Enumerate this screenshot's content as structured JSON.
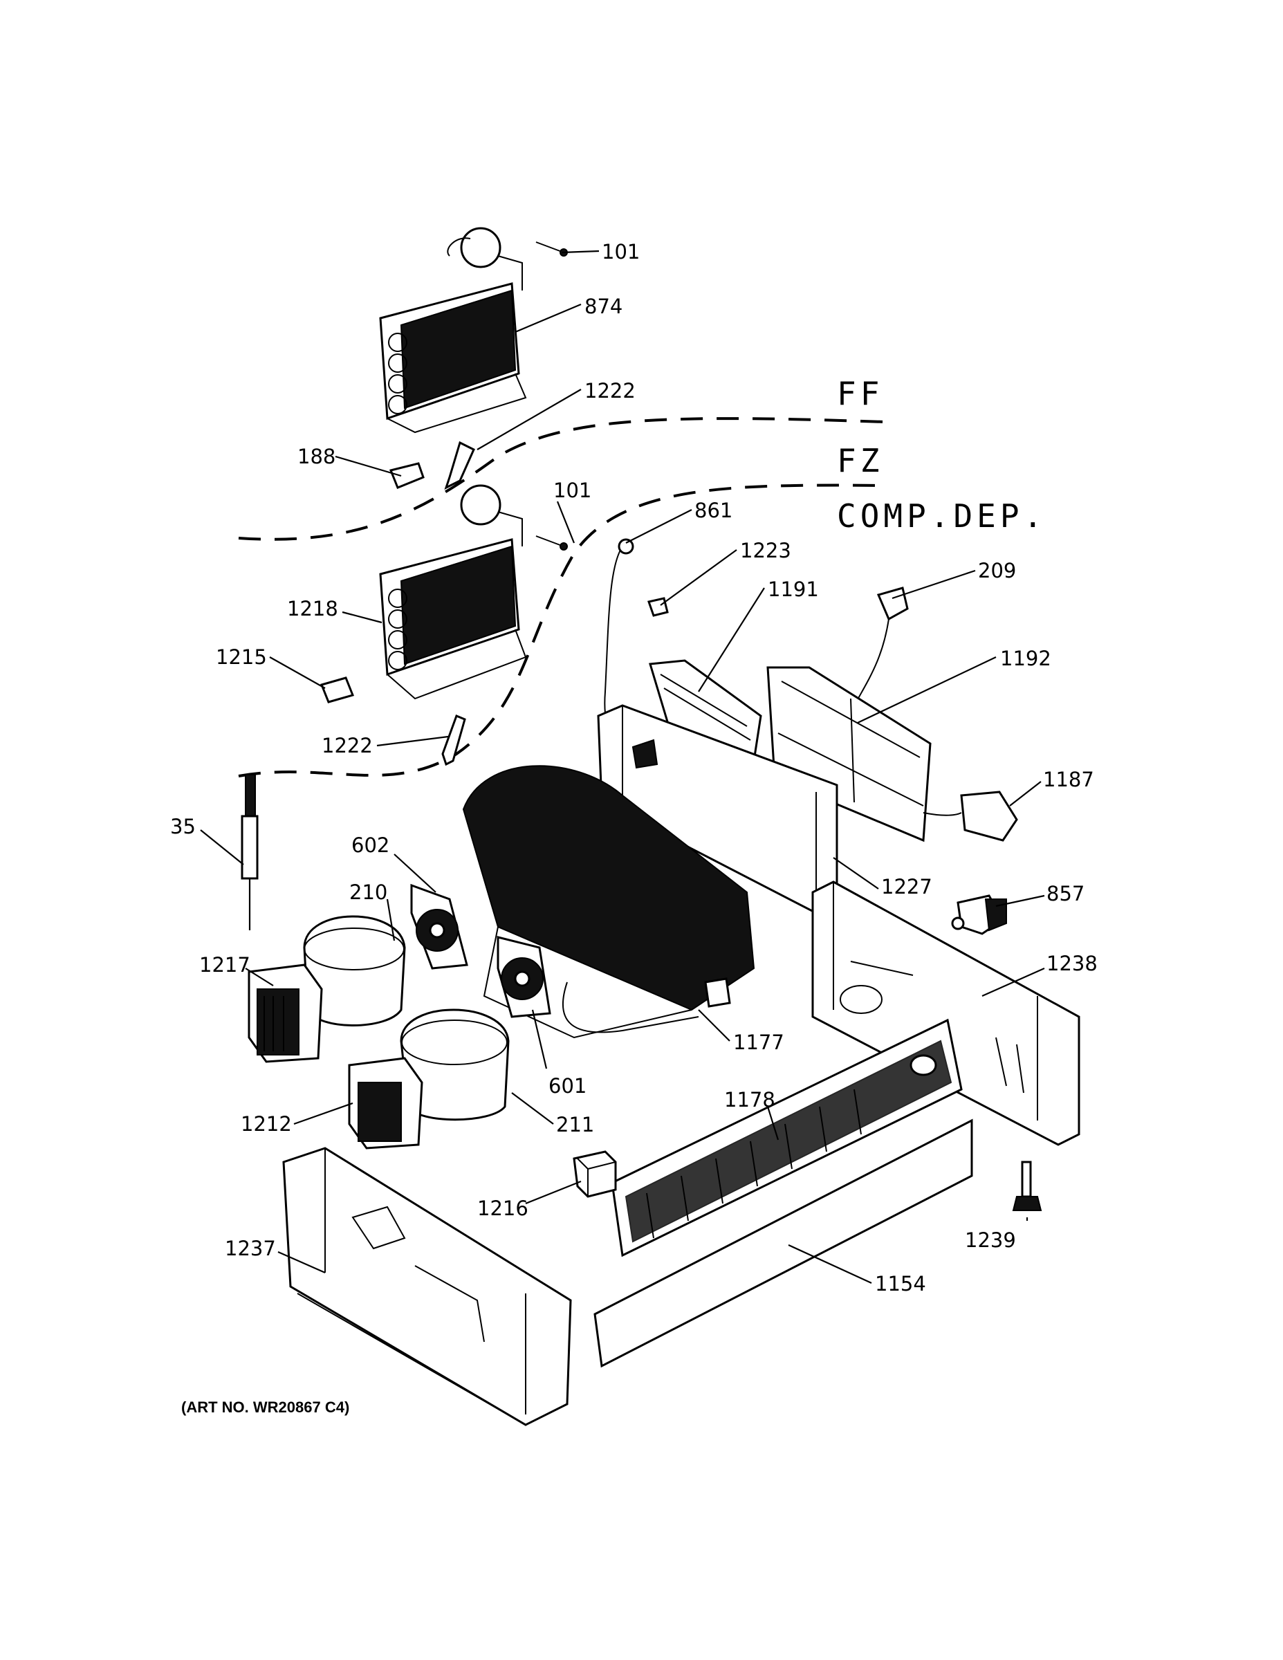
{
  "zones": {
    "ff": "FF",
    "fz": "FZ",
    "comp_dep": "COMP.DEP."
  },
  "art_number": "(ART NO. WR20867 C4)",
  "callouts": {
    "c101a": "101",
    "c874": "874",
    "c1222a": "1222",
    "c188": "188",
    "c101b": "101",
    "c861": "861",
    "c1223": "1223",
    "c1191": "1191",
    "c209": "209",
    "c1218": "1218",
    "c1192": "1192",
    "c1215": "1215",
    "c1222b": "1222",
    "c1187": "1187",
    "c35": "35",
    "c602": "602",
    "c1227": "1227",
    "c210": "210",
    "c857": "857",
    "c1217": "1217",
    "c1238": "1238",
    "c1177": "1177",
    "c601": "601",
    "c1178": "1178",
    "c1212": "1212",
    "c211": "211",
    "c1216": "1216",
    "c1239": "1239",
    "c1237": "1237",
    "c1154": "1154"
  }
}
